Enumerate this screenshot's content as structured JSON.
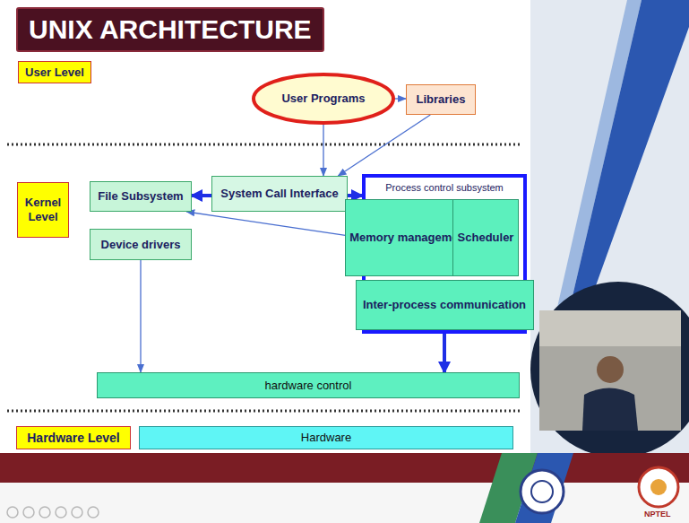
{
  "diagram": {
    "title": "UNIX ARCHITECTURE",
    "nodes": [
      {
        "text": [
          "User Level"
        ]
      },
      {
        "text": [
          "User Programs"
        ]
      },
      {
        "text": [
          "Libraries"
        ]
      },
      {
        "text": [
          "Kernel Level"
        ]
      },
      {
        "text": [
          "File Subsystem"
        ]
      },
      {
        "text": [
          "System Call Interface"
        ]
      },
      {
        "text": [
          "Process control subsystem"
        ]
      },
      {
        "text": [
          "Memory management"
        ],
        "in": 6
      },
      {
        "text": [
          "Scheduler"
        ],
        "in": 6
      },
      {
        "text": [
          "Inter-process communication"
        ],
        "in": 6
      },
      {
        "text": [
          "Device drivers"
        ]
      },
      {
        "text": [
          "hardware control"
        ]
      },
      {
        "text": [
          "Hardware Level"
        ]
      },
      {
        "text": [
          "Hardware"
        ]
      }
    ],
    "edges": [
      {
        "from": 1,
        "to": 5,
        "arrow": "to"
      },
      {
        "from": 1,
        "to": 2,
        "arrow": "to"
      },
      {
        "from": 2,
        "to": 5,
        "arrow": "to"
      },
      {
        "from": 5,
        "to": 4,
        "arrow": "to"
      },
      {
        "from": 5,
        "to": 6,
        "arrow": "to"
      },
      {
        "from": 6,
        "to": 4,
        "arrow": "to"
      },
      {
        "from": 10,
        "to": 11,
        "arrow": "to"
      },
      {
        "from": 6,
        "to": 11,
        "arrow": "to"
      }
    ],
    "labels": [
      "NPTEL"
    ]
  }
}
